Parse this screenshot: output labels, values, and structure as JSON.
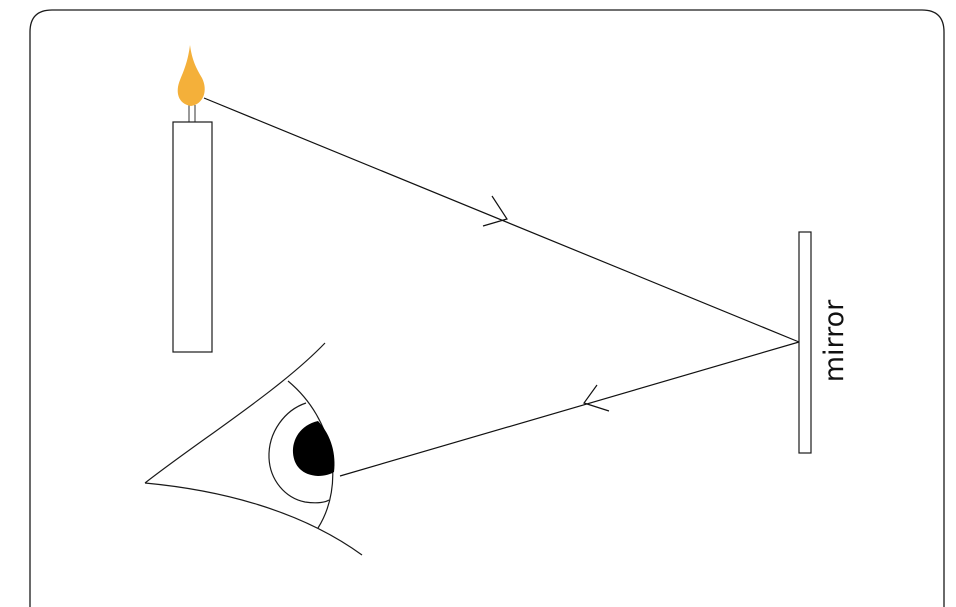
{
  "labels": {
    "mirror": "mirror"
  },
  "colors": {
    "frame": "#1a1a1a",
    "line": "#111111",
    "flame_outer": "#f4b03a",
    "flame_inner": "#f7c24a",
    "pupil": "#000000",
    "background": "#ffffff"
  },
  "icons": {
    "light_source": "candle",
    "reflector": "plane-mirror",
    "observer": "eye"
  }
}
